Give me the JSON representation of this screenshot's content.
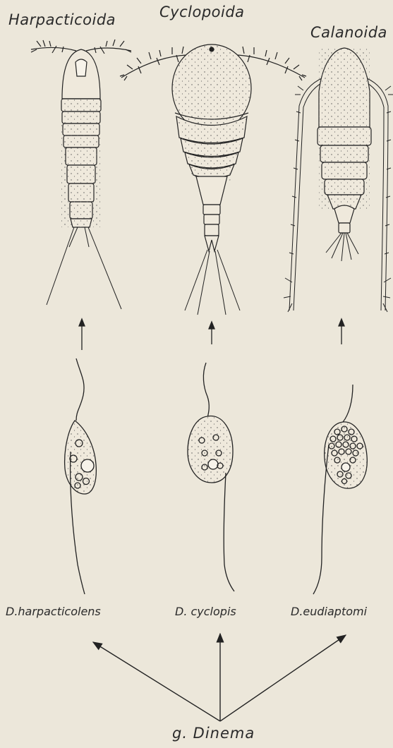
{
  "groups": {
    "harpacticoida": "Harpacticoida",
    "cyclopoida": "Cyclopoida",
    "calanoida": "Calanoida"
  },
  "species": {
    "harpacticolens": "D.harpacticolens",
    "cyclopis": "D.  cyclopis",
    "eudiaptomi": "D.eudiaptomi"
  },
  "genus": "g. Dinema",
  "colors": {
    "paper": "#ece7da",
    "ink": "#2a2a2a"
  }
}
